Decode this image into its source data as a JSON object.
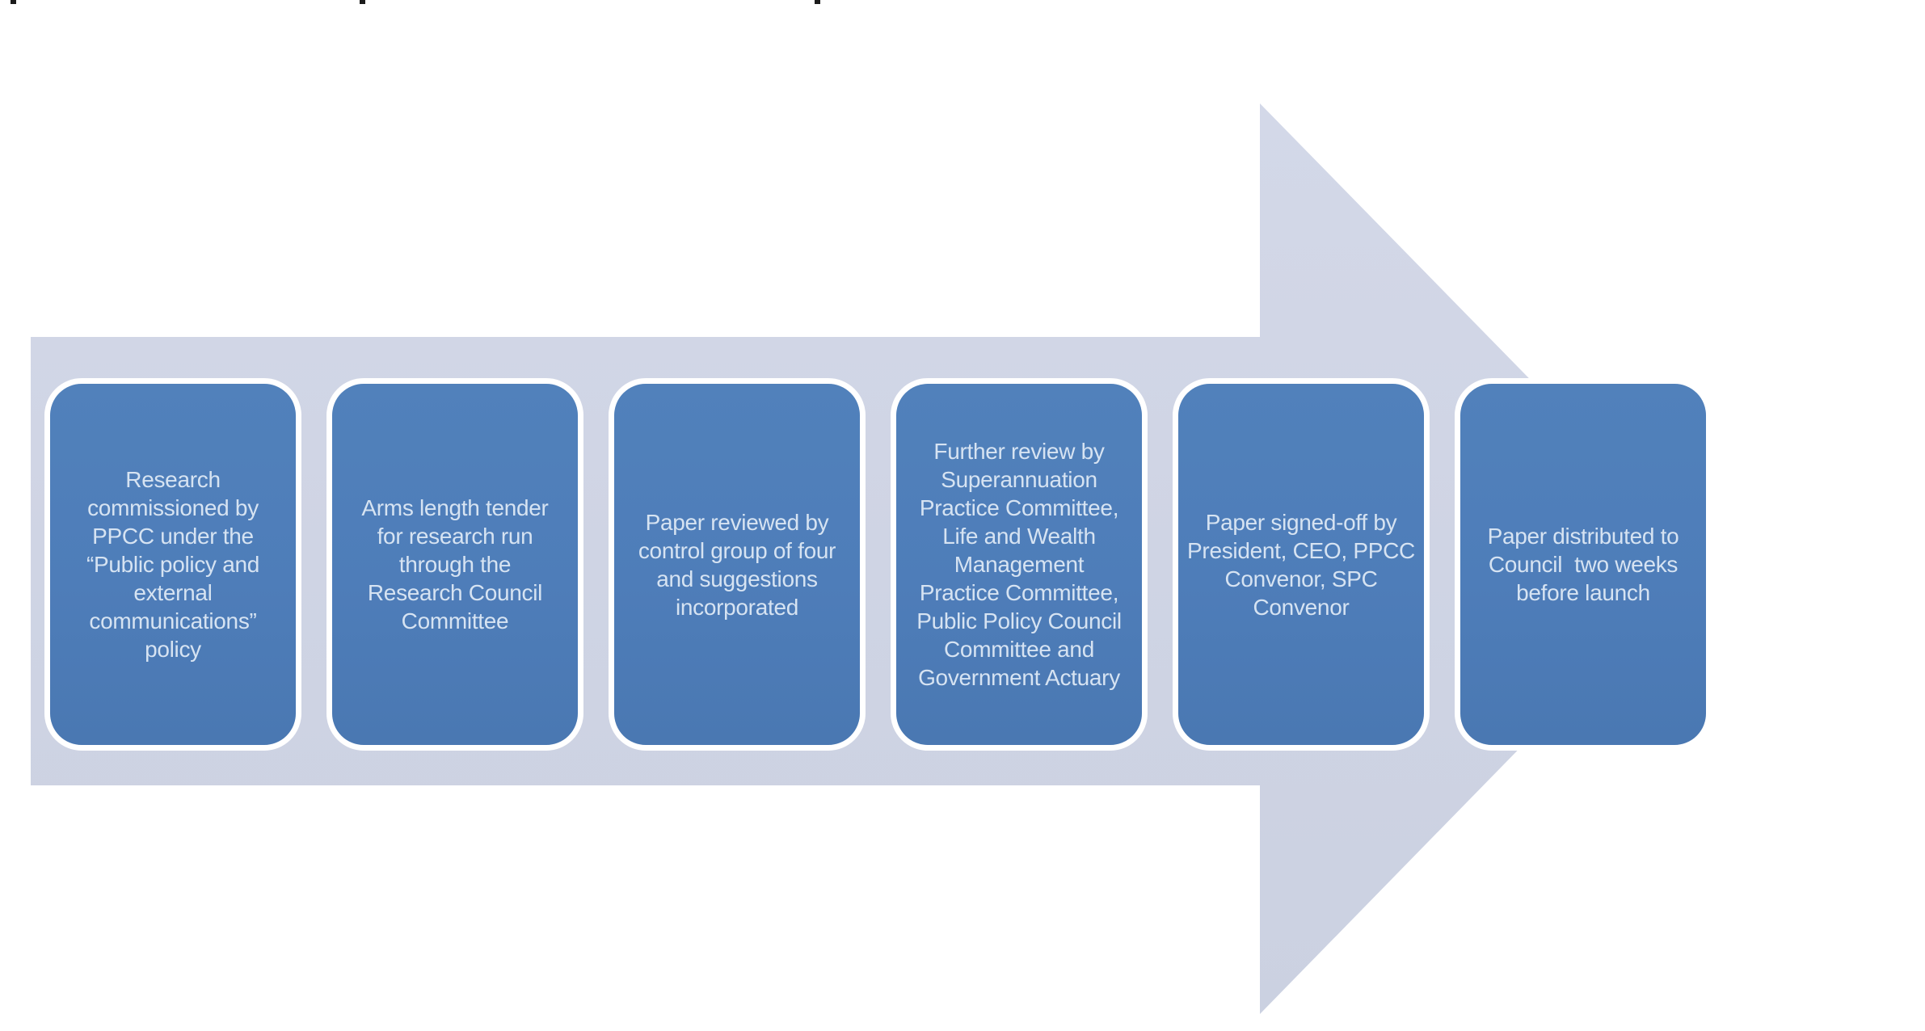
{
  "page": {
    "background_color": "#ffffff"
  },
  "diagram": {
    "type": "process-arrow",
    "direction": "right",
    "arrow_color": "#cfd4e4",
    "box_fill_color": "#4e7db9",
    "box_border_color": "#ffffff",
    "box_text_color": "#d6e3f2",
    "steps": [
      "Research\ncommissioned by\nPPCC under the\n“Public policy and\nexternal\ncommunications”\npolicy",
      "Arms length tender\nfor research run\nthrough the\nResearch Council\nCommittee",
      "Paper reviewed by\ncontrol group of four\nand suggestions\nincorporated",
      "Further review by\nSuperannuation\nPractice Committee,\nLife and Wealth\nManagement\nPractice Committee,\nPublic Policy Council\nCommittee and\nGovernment Actuary",
      "Paper signed-off by\nPresident, CEO, PPCC\nConvenor, SPC\nConvenor",
      "Paper distributed to\nCouncil  two weeks\nbefore launch"
    ]
  }
}
